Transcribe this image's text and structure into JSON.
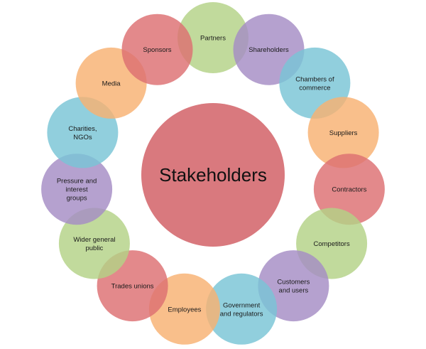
{
  "center": {
    "label": "Stakeholders",
    "color": "#d9797e"
  },
  "nodes": [
    {
      "label": [
        "Partners"
      ],
      "color": "#b3d286"
    },
    {
      "label": [
        "Shareholders"
      ],
      "color": "#a58cc4"
    },
    {
      "label": [
        "Chambers of",
        "commerce"
      ],
      "color": "#79c5d6"
    },
    {
      "label": [
        "Suppliers"
      ],
      "color": "#f8b171"
    },
    {
      "label": [
        "Contractors"
      ],
      "color": "#dd6f71"
    },
    {
      "label": [
        "Competitors"
      ],
      "color": "#b3d286"
    },
    {
      "label": [
        "Customers",
        "and users"
      ],
      "color": "#a58cc4"
    },
    {
      "label": [
        "Government",
        "and regulators"
      ],
      "color": "#79c5d6"
    },
    {
      "label": [
        "Employees"
      ],
      "color": "#f8b171"
    },
    {
      "label": [
        "Trades unions"
      ],
      "color": "#dd6f71"
    },
    {
      "label": [
        "Wider general",
        "public"
      ],
      "color": "#b3d286"
    },
    {
      "label": [
        "Pressure and",
        "interest",
        "groups"
      ],
      "color": "#a58cc4"
    },
    {
      "label": [
        "Charities,",
        "NGOs"
      ],
      "color": "#79c5d6"
    },
    {
      "label": [
        "Media"
      ],
      "color": "#f8b171"
    },
    {
      "label": [
        "Sponsors"
      ],
      "color": "#dd6f71"
    }
  ]
}
